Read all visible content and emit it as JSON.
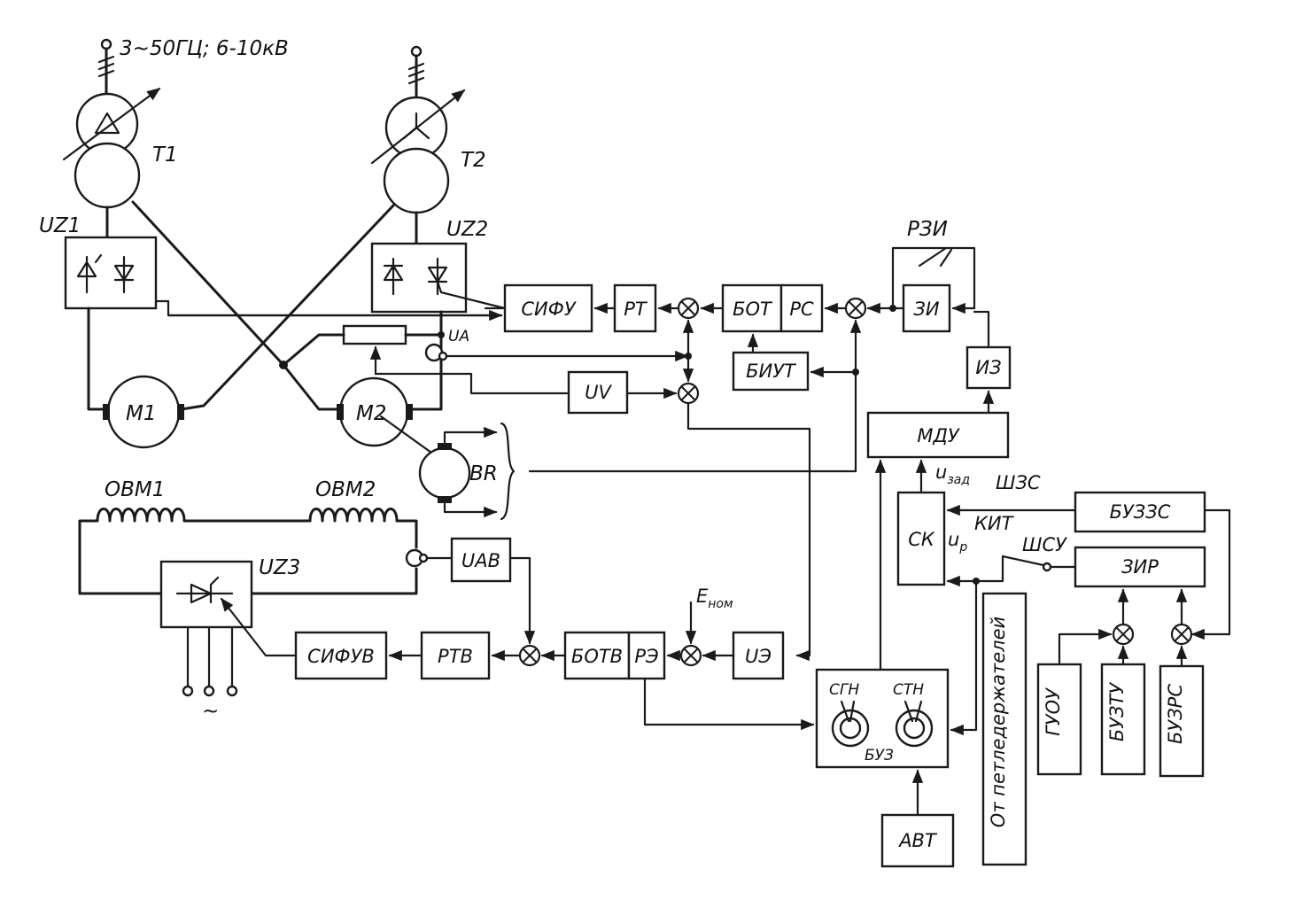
{
  "supply_label": "3~50ГЦ; 6-10кВ",
  "labels": {
    "t1": "T1",
    "t2": "T2",
    "uz1": "UZ1",
    "uz2": "UZ2",
    "uz3": "UZ3",
    "ua": "UA",
    "m1": "M1",
    "m2": "M2",
    "br": "BR",
    "ovm1": "ОВМ1",
    "ovm2": "ОВМ2",
    "rzi": "РЗИ",
    "u_zad_main": "u",
    "u_zad_sub": "зад",
    "u_p_main": "u",
    "u_p_sub": "р",
    "e_nom_main": "E",
    "e_nom_sub": "ном",
    "shzs": "ШЗС",
    "kit": "КИТ",
    "shsu": "ШСУ",
    "sgn": "СГН",
    "stn": "СТН",
    "buz": "БУЗ",
    "tilde": "~"
  },
  "blocks": {
    "sifu": "СИФУ",
    "rt": "РТ",
    "bot": "БОТ",
    "rs": "РС",
    "zi": "ЗИ",
    "iz": "ИЗ",
    "biut": "БИУТ",
    "uv": "UV",
    "mdu": "МДУ",
    "sk": "СК",
    "buzzs": "БУЗЗС",
    "zir": "ЗИР",
    "uav": "UAB",
    "sifuv": "СИФУВ",
    "rtv": "РТВ",
    "botv": "БОТВ",
    "re": "РЭ",
    "ue": "UЭ",
    "avt": "АВТ",
    "from_pet": "От петледержателей",
    "guou": "ГУОУ",
    "buztu": "БУЗТУ",
    "buzrs": "БУЗРС"
  }
}
